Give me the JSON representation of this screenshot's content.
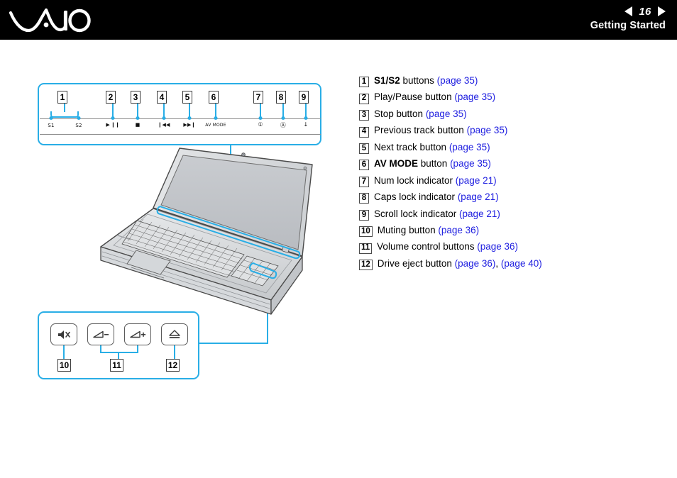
{
  "header": {
    "logo_name": "vaio-logo",
    "page_number": "16",
    "prev_label": "◀",
    "next_label": "▶",
    "section_title": "Getting Started",
    "background": "#000000",
    "foreground": "#ffffff"
  },
  "colors": {
    "accent_cyan": "#29aee6",
    "link_blue": "#2020e0",
    "text_black": "#000000",
    "device_gray": "#d2d4d6",
    "line_gray": "#8d8d8d"
  },
  "legend": {
    "items": [
      {
        "num": "1",
        "pre": "",
        "bold": "S1/S2",
        "post": " buttons ",
        "links": [
          "(page 35)"
        ]
      },
      {
        "num": "2",
        "pre": "Play/Pause button ",
        "bold": "",
        "post": "",
        "links": [
          "(page 35)"
        ]
      },
      {
        "num": "3",
        "pre": "Stop button ",
        "bold": "",
        "post": "",
        "links": [
          "(page 35)"
        ]
      },
      {
        "num": "4",
        "pre": "Previous track button ",
        "bold": "",
        "post": "",
        "links": [
          "(page 35)"
        ]
      },
      {
        "num": "5",
        "pre": "Next track button ",
        "bold": "",
        "post": "",
        "links": [
          "(page 35)"
        ]
      },
      {
        "num": "6",
        "pre": "",
        "bold": "AV MODE",
        "post": " button ",
        "links": [
          "(page 35)"
        ]
      },
      {
        "num": "7",
        "pre": "Num lock indicator ",
        "bold": "",
        "post": "",
        "links": [
          "(page 21)"
        ]
      },
      {
        "num": "8",
        "pre": "Caps lock indicator ",
        "bold": "",
        "post": "",
        "links": [
          "(page 21)"
        ]
      },
      {
        "num": "9",
        "pre": "Scroll lock indicator ",
        "bold": "",
        "post": "",
        "links": [
          "(page 21)"
        ]
      },
      {
        "num": "10",
        "pre": "Muting button ",
        "bold": "",
        "post": "",
        "links": [
          "(page 36)"
        ]
      },
      {
        "num": "11",
        "pre": "Volume control buttons ",
        "bold": "",
        "post": "",
        "links": [
          "(page 36)"
        ]
      },
      {
        "num": "12",
        "pre": "Drive eject button ",
        "bold": "",
        "post": "",
        "links": [
          "(page 36)",
          "(page 40)"
        ]
      }
    ]
  },
  "diagram": {
    "strip": {
      "callouts": [
        "1",
        "2",
        "3",
        "4",
        "5",
        "6",
        "7",
        "8",
        "9"
      ],
      "icon_labels": {
        "s1": "S1",
        "s2": "S2",
        "play_pause": "▶ ❙❙",
        "stop": "■",
        "prev": "❙◀◀",
        "next": "▶▶❙",
        "av_mode": "AV MODE",
        "num_lock": "①",
        "caps_lock": "Ⓐ",
        "scroll_lock": "↓"
      }
    },
    "buttons": {
      "callouts": [
        "10",
        "11",
        "12"
      ],
      "keys": [
        {
          "name": "muting-key",
          "icon": "mute-icon"
        },
        {
          "name": "volume-down-key",
          "icon": "volume-down-icon"
        },
        {
          "name": "volume-up-key",
          "icon": "volume-up-icon"
        },
        {
          "name": "eject-key",
          "icon": "eject-icon"
        }
      ]
    },
    "laptop_name": "vaio-laptop-illustration"
  }
}
